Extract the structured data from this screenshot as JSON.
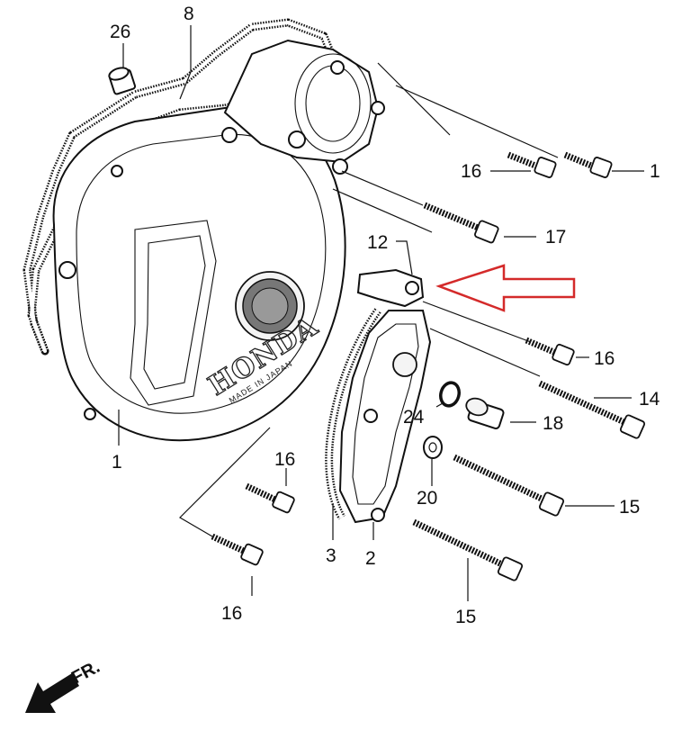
{
  "brand": {
    "logo_text": "HONDA",
    "subtitle": "MADE IN JAPAN"
  },
  "direction": {
    "label": "FR."
  },
  "highlight": {
    "arrow_color": "#d42a2a"
  },
  "callouts": [
    {
      "id": "c26",
      "label": "26"
    },
    {
      "id": "c8",
      "label": "8"
    },
    {
      "id": "c16a",
      "label": "16"
    },
    {
      "id": "c1a",
      "label": "1"
    },
    {
      "id": "c17",
      "label": "17"
    },
    {
      "id": "c12",
      "label": "12"
    },
    {
      "id": "c16b",
      "label": "16"
    },
    {
      "id": "c14",
      "label": "14"
    },
    {
      "id": "c24",
      "label": "24"
    },
    {
      "id": "c18",
      "label": "18"
    },
    {
      "id": "c1b",
      "label": "1"
    },
    {
      "id": "c16c",
      "label": "16"
    },
    {
      "id": "c20",
      "label": "20"
    },
    {
      "id": "c15a",
      "label": "15"
    },
    {
      "id": "c3",
      "label": "3"
    },
    {
      "id": "c2",
      "label": "2"
    },
    {
      "id": "c16d",
      "label": "16"
    },
    {
      "id": "c15b",
      "label": "15"
    }
  ]
}
